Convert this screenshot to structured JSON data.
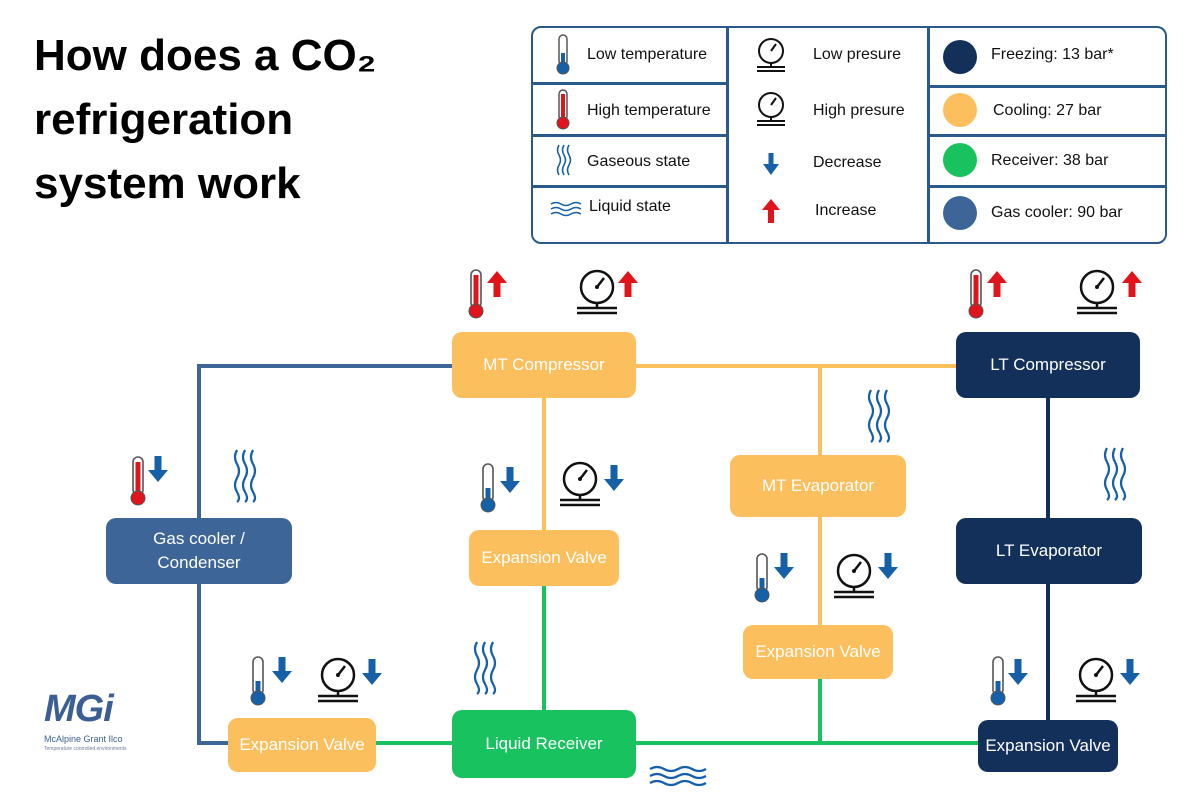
{
  "title": {
    "line1": "How does a CO₂",
    "line2": "refrigeration",
    "line3": "system work"
  },
  "legend": {
    "low_temperature": "Low temperature",
    "high_temperature": "High temperature",
    "gaseous_state": "Gaseous  state",
    "liquid_state": "Liquid state",
    "low_pressure": "Low presure",
    "high_pressure": "High presure",
    "decrease": "Decrease",
    "increase": "Increase",
    "freezing": "Freezing: 13 bar*",
    "cooling": "Cooling: 27 bar",
    "receiver": "Receiver: 38 bar",
    "gas_cooler": "Gas cooler: 90 bar"
  },
  "colors": {
    "freezing": "#13305a",
    "cooling": "#fbbf5e",
    "receiver": "#17c25f",
    "gas_cooler": "#3e6598",
    "hot": "#e0141b",
    "cold": "#1560a8",
    "line_blue": "#3e6598",
    "line_dark": "#13305a",
    "line_orange": "#fbbf5e",
    "line_green": "#17c25f"
  },
  "components": {
    "mt_compressor": "MT Compressor",
    "lt_compressor": "LT Compressor",
    "gas_cooler": "Gas cooler /\nCondenser",
    "expansion_valve_mt": "Expansion Valve",
    "mt_evaporator": "MT Evaporator",
    "expansion_valve_mid": "Expansion Valve",
    "lt_evaporator": "LT Evaporator",
    "expansion_valve_gc": "Expansion Valve",
    "liquid_receiver": "Liquid Receiver",
    "expansion_valve_lt": "Expansion Valve"
  },
  "logo": {
    "mark": "MGi",
    "name": "McAlpine Grant Ilco",
    "tagline": "Temperature controlled environments"
  }
}
